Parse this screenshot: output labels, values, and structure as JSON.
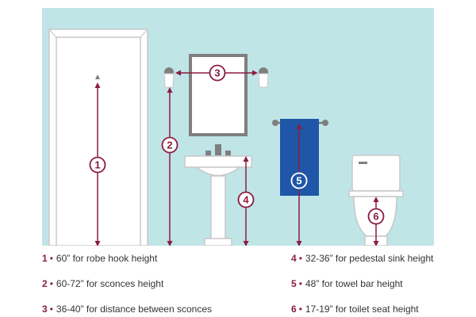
{
  "colors": {
    "wall": "#bfe5e7",
    "accent": "#8b1d3f",
    "towel": "#1f56a8",
    "fixture": "#ffffff",
    "outline": "#c8c8c8",
    "chrome": "#7f7f7f",
    "text": "#333333"
  },
  "markers": [
    {
      "number": "1"
    },
    {
      "number": "2"
    },
    {
      "number": "3"
    },
    {
      "number": "4"
    },
    {
      "number": "5"
    },
    {
      "number": "6"
    }
  ],
  "legend": [
    {
      "number": "1",
      "bullet": "•",
      "text": "60” for robe hook height"
    },
    {
      "number": "2",
      "bullet": "•",
      "text": "60-72” for sconces height"
    },
    {
      "number": "3",
      "bullet": "•",
      "text": "36-40” for distance between sconces"
    },
    {
      "number": "4",
      "bullet": "•",
      "text": "32-36” for pedestal sink height"
    },
    {
      "number": "5",
      "bullet": "•",
      "text": "48” for towel bar height"
    },
    {
      "number": "6",
      "bullet": "•",
      "text": "17-19” for toilet seat height"
    }
  ]
}
